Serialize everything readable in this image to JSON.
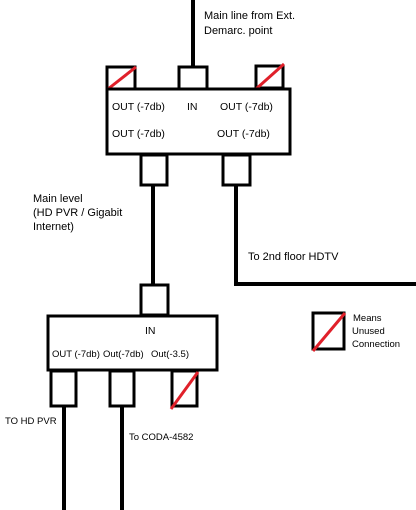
{
  "top_splitter": {
    "incoming_label_line1": "Main line from Ext.",
    "incoming_label_line2": "Demarc. point",
    "in_label": "IN",
    "out_top_left": "OUT  (-7db)",
    "out_top_right": "OUT  (-7db)",
    "out_bottom_left": "OUT   (-7db)",
    "out_bottom_right": "OUT   (-7db)"
  },
  "main_level_label": {
    "line1": "Main level",
    "line2": "(HD PVR / Gigabit",
    "line3": "Internet)"
  },
  "second_floor_label": "To 2nd floor HDTV",
  "bottom_splitter": {
    "in_label": "IN",
    "out_1": "OUT (-7db)",
    "out_2": "Out(-7db)",
    "out_3": "Out(-3.5)"
  },
  "hd_pvr_label": "TO HD PVR",
  "coda_label": "To CODA-4582",
  "legend": {
    "line1": "Means",
    "line2": "Unused",
    "line3": "Connection"
  },
  "colors": {
    "line": "#000000",
    "unused_mark": "#e0202a",
    "background": "#ffffff"
  }
}
